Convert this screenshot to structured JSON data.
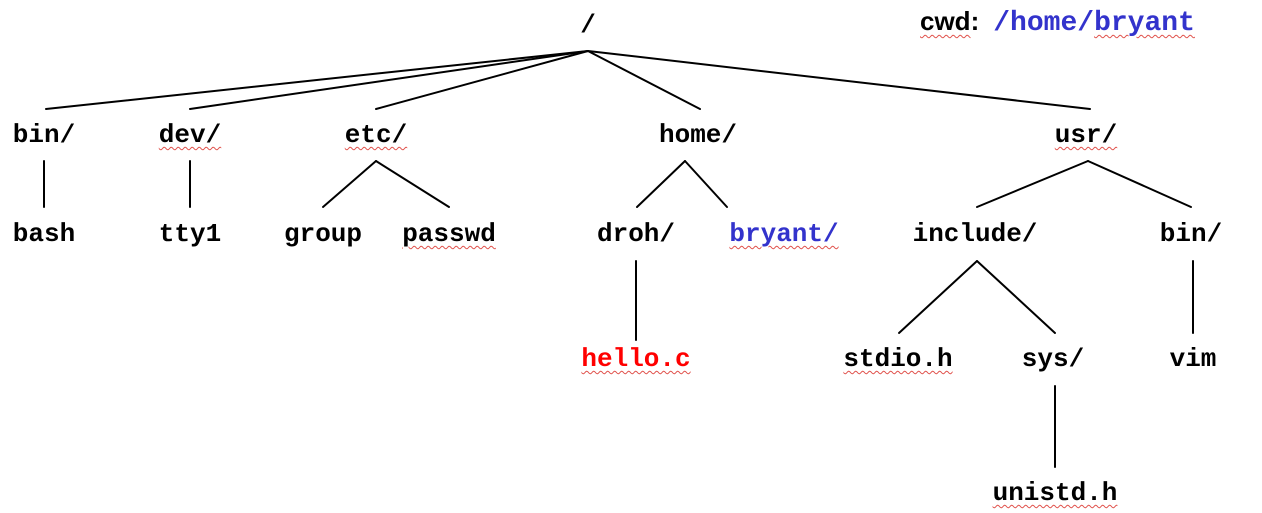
{
  "cwd": {
    "label": "cwd",
    "colon": ":",
    "path_prefix": "/home/",
    "path_user": "bryant",
    "color": "#3333cc"
  },
  "colors": {
    "default": "#000000",
    "current_directory": "#3333cc",
    "highlighted_file": "#ff0000",
    "spellcheck_underline": "#e0504a"
  },
  "tree": {
    "root": {
      "label": "/"
    },
    "level1": {
      "bin": {
        "label": "bin/"
      },
      "dev": {
        "label": "dev/"
      },
      "etc": {
        "label": "etc/"
      },
      "home": {
        "label": "home/"
      },
      "usr": {
        "label": "usr/"
      }
    },
    "level2": {
      "bash": {
        "label": "bash",
        "parent": "bin/"
      },
      "tty1": {
        "label": "tty1",
        "parent": "dev/"
      },
      "group": {
        "label": "group",
        "parent": "etc/"
      },
      "passwd": {
        "label": "passwd",
        "parent": "etc/"
      },
      "droh": {
        "label": "droh/",
        "parent": "home/"
      },
      "bryant": {
        "label": "bryant/",
        "parent": "home/"
      },
      "include": {
        "label": "include/",
        "parent": "usr/"
      },
      "usr_bin": {
        "label": "bin/",
        "parent": "usr/"
      }
    },
    "level3": {
      "hello_c": {
        "label": "hello.c",
        "parent": "droh/"
      },
      "stdio_h": {
        "label": "stdio.h",
        "parent": "include/"
      },
      "sys": {
        "label": "sys/",
        "parent": "include/"
      },
      "vim": {
        "label": "vim",
        "parent": "bin/"
      }
    },
    "level4": {
      "unistd_h": {
        "label": "unistd.h",
        "parent": "sys/"
      }
    }
  }
}
